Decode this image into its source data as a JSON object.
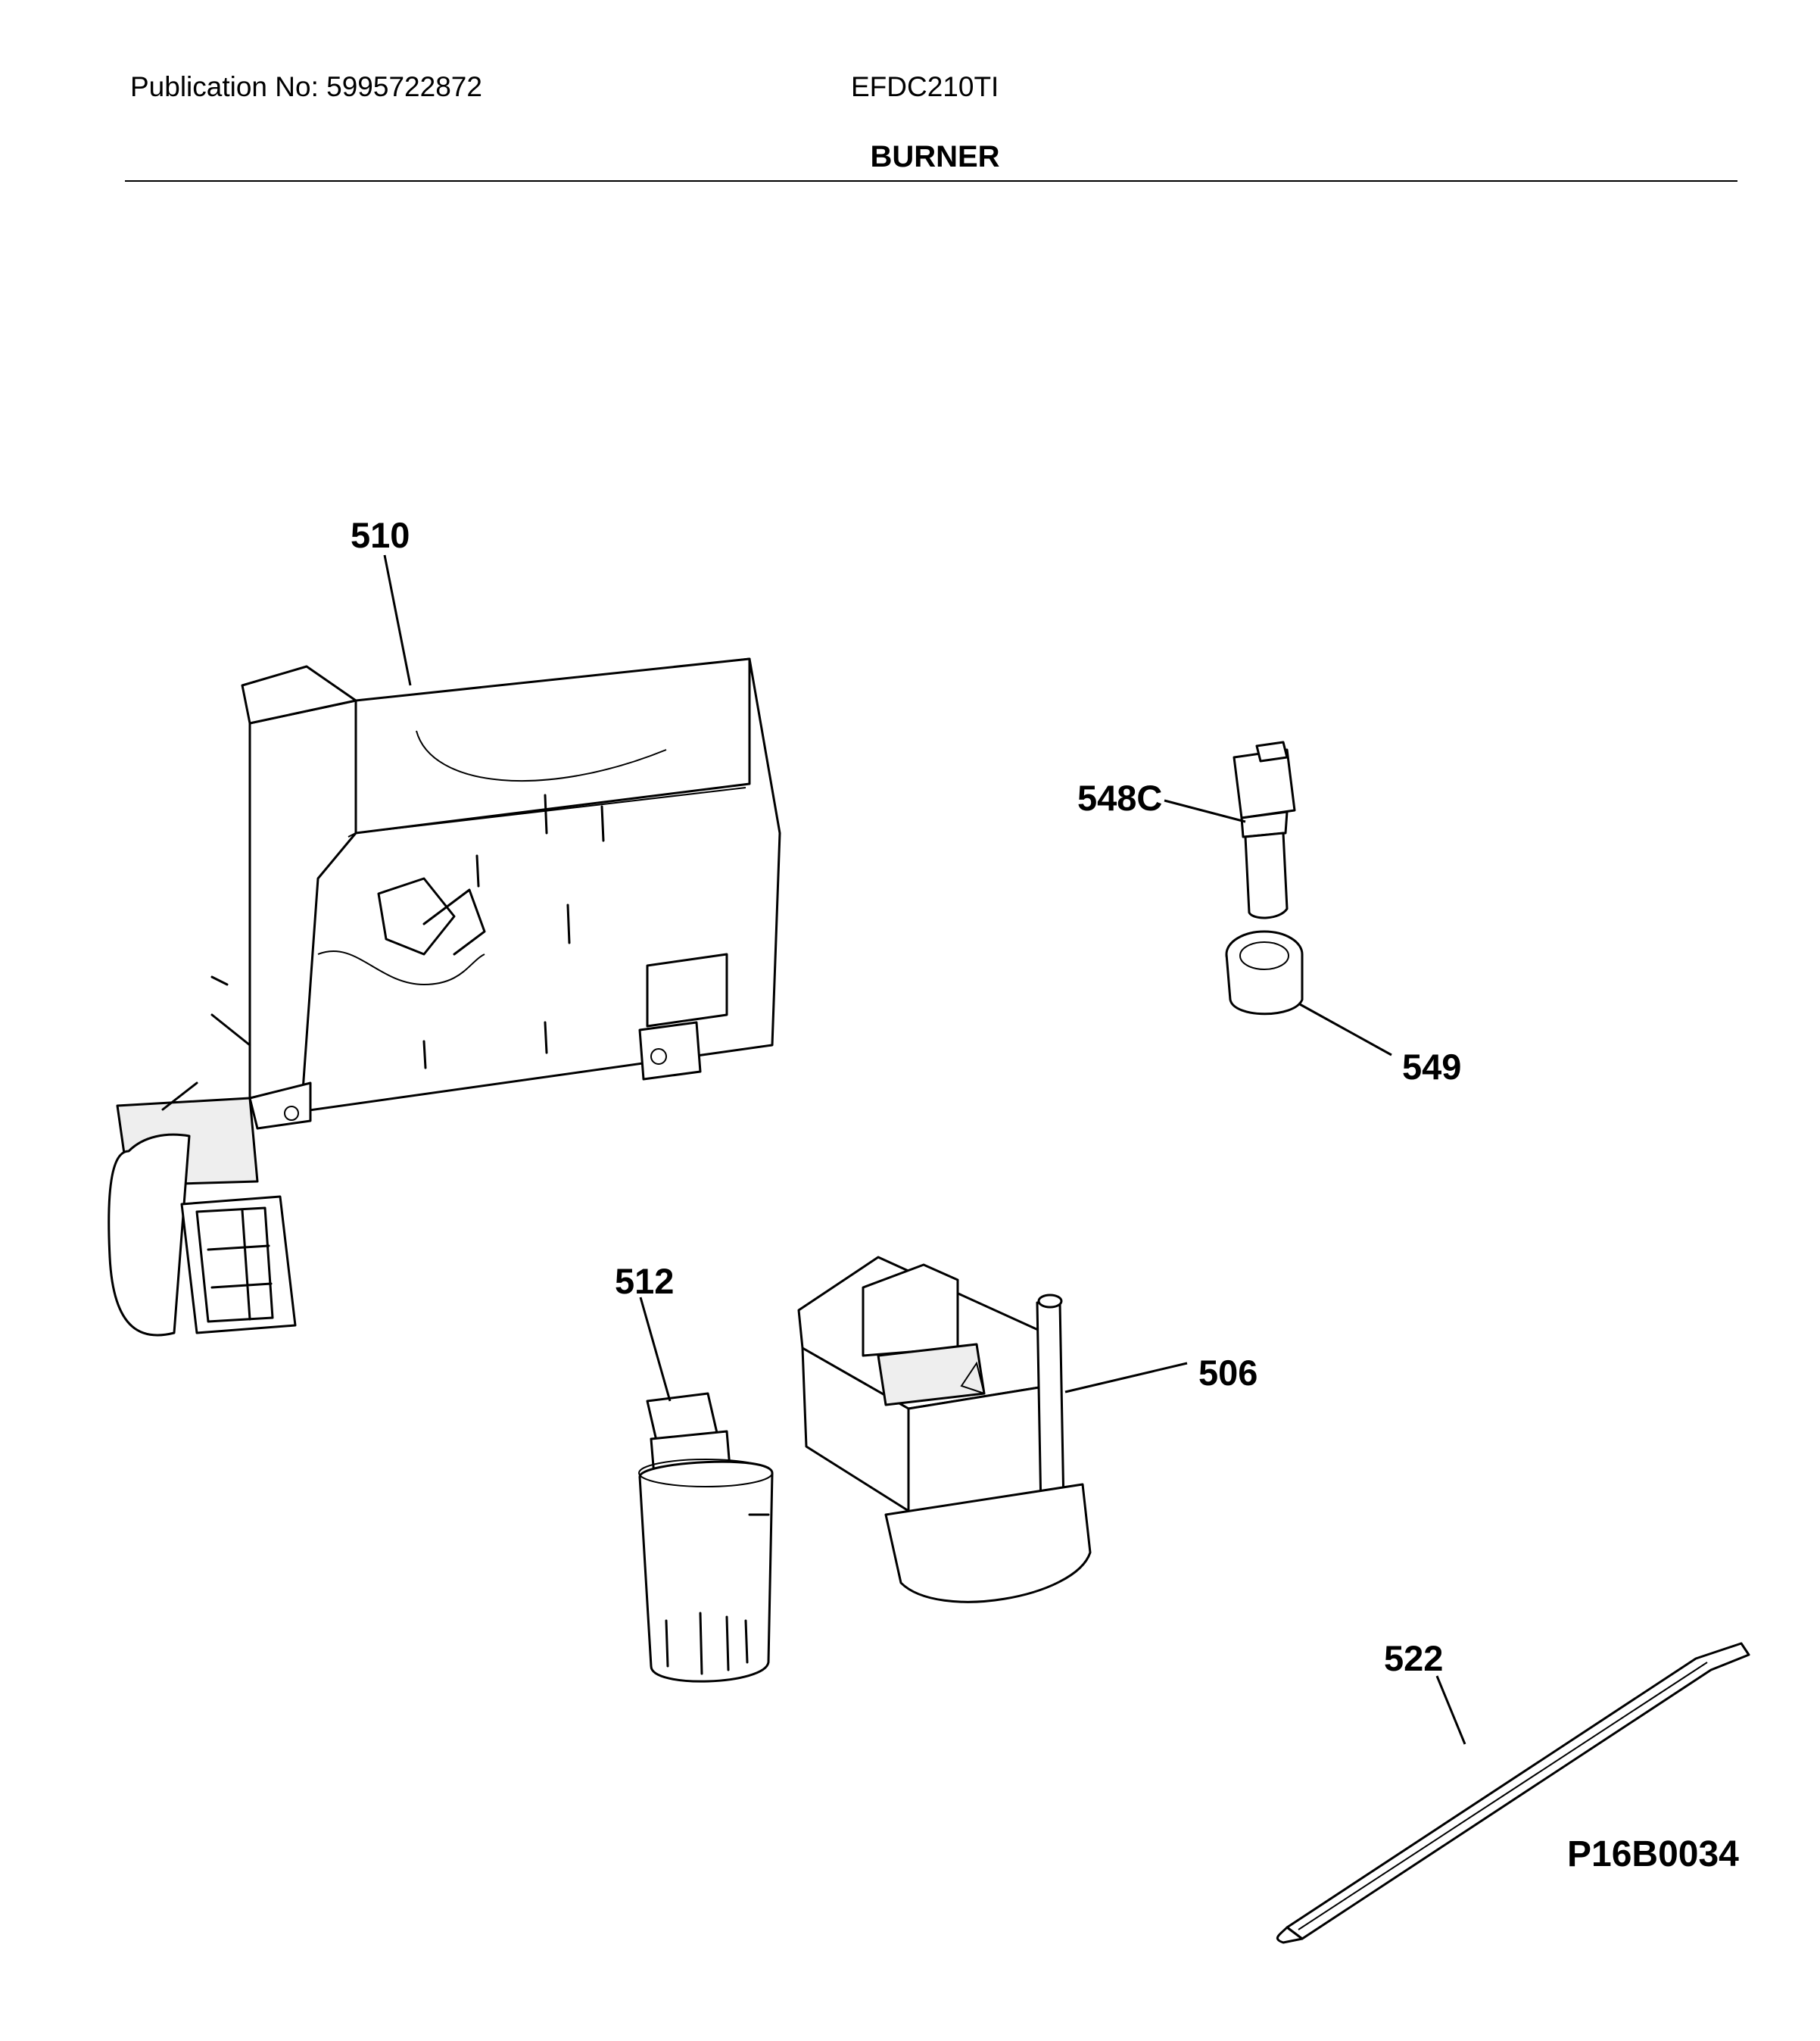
{
  "header": {
    "publication": "Publication No: 5995722872",
    "model": "EFDC210TI",
    "title": "BURNER"
  },
  "callouts": {
    "c510": "510",
    "c548c": "548C",
    "c549": "549",
    "c512": "512",
    "c506": "506",
    "c522": "522"
  },
  "footer": {
    "drawing_code": "P16B0034"
  }
}
